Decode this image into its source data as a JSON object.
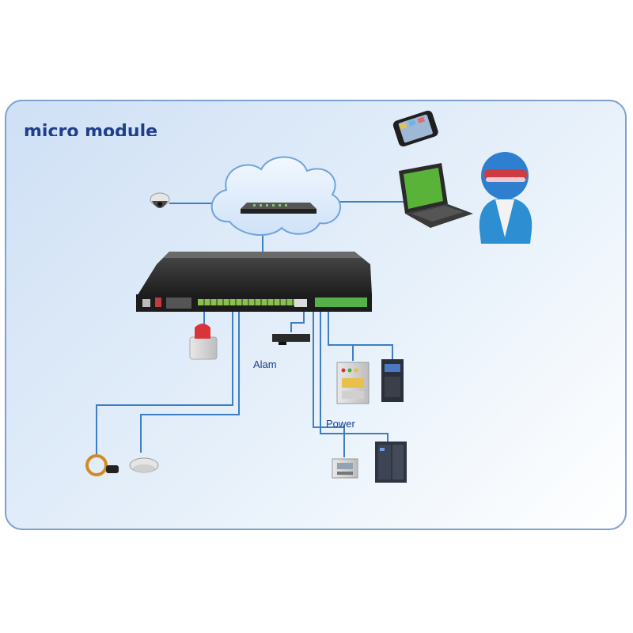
{
  "title": "micro module",
  "labels": {
    "alarm": "Alam",
    "power": "Power"
  },
  "colors": {
    "panel_border": "#7ea1cf",
    "title": "#1d3f8c",
    "wire": "#3c7fc4",
    "label": "#1a3f91"
  },
  "icons": [
    "smartphone-icon",
    "laptop-icon",
    "user-avatar-icon",
    "cloud-icon",
    "network-switch-icon",
    "dome-camera-icon",
    "monitoring-host-icon",
    "alarm-siren-icon",
    "door-sensor-icon",
    "power-cabinet-icon",
    "ups-cabinet-icon",
    "meter-icon",
    "air-conditioner-icon",
    "leak-sensor-icon",
    "smoke-detector-icon"
  ]
}
